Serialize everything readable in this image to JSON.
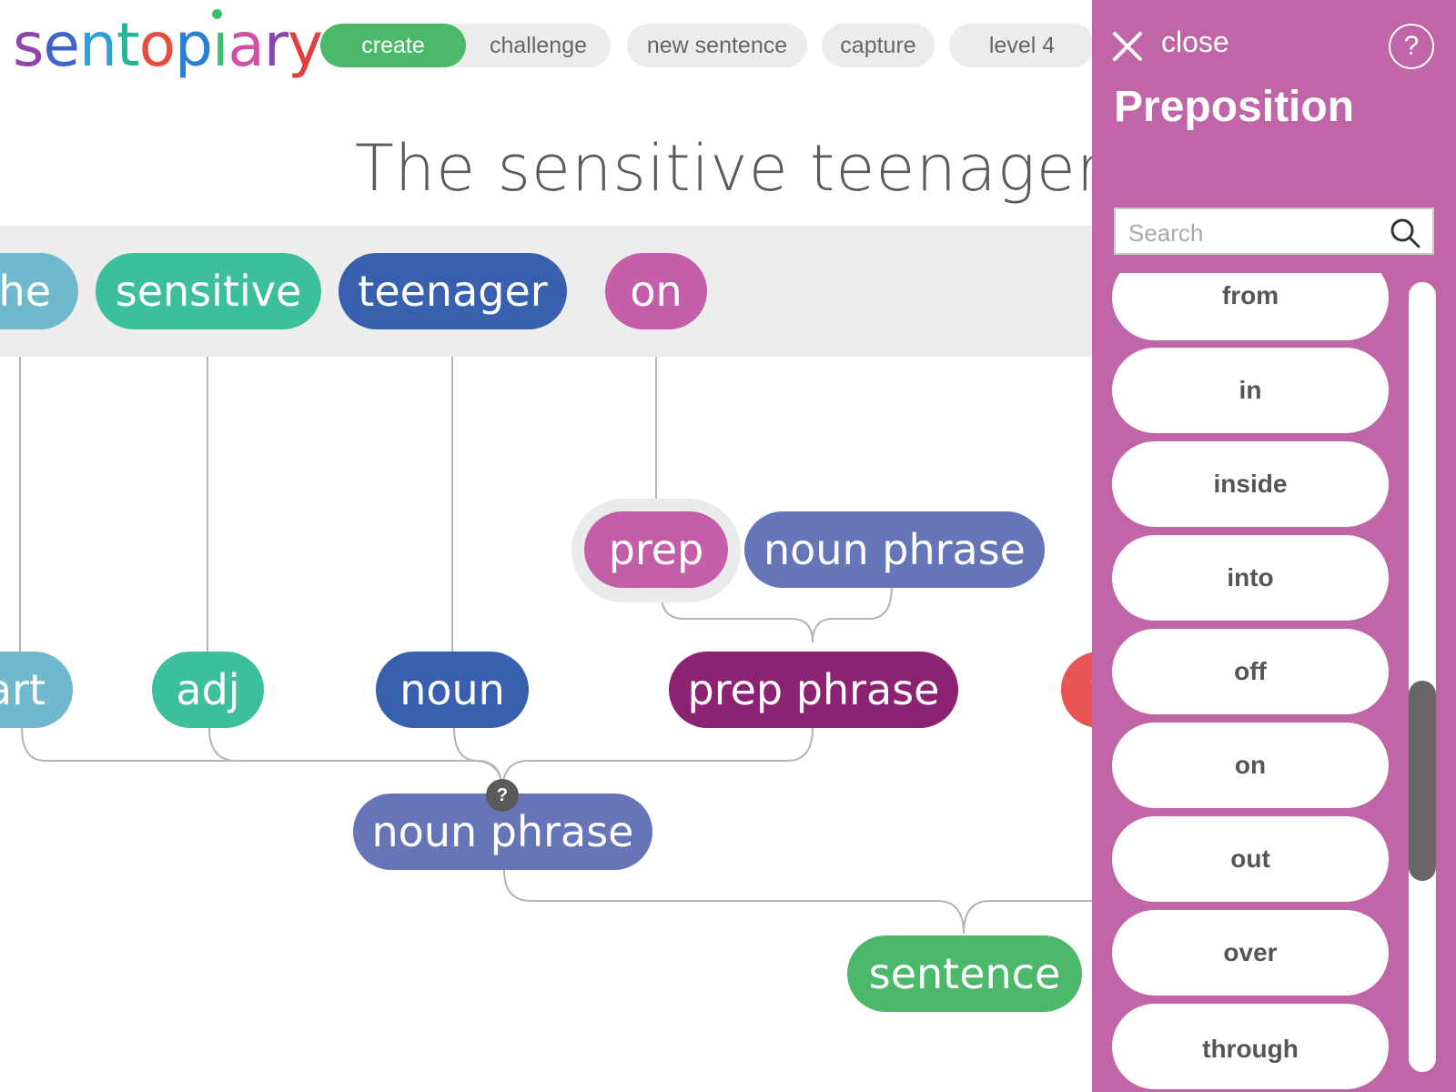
{
  "header": {
    "logo_letters": [
      {
        "ch": "s",
        "color": "#8e44ad"
      },
      {
        "ch": "e",
        "color": "#3f63c9"
      },
      {
        "ch": "n",
        "color": "#2e9fd8"
      },
      {
        "ch": "t",
        "color": "#27b59a"
      },
      {
        "ch": "o",
        "color": "#e74c3c"
      },
      {
        "ch": "p",
        "color": "#2a7fd4"
      },
      {
        "ch": "ı",
        "color": "#3cc070"
      },
      {
        "ch": "a",
        "color": "#d24fa3"
      },
      {
        "ch": "r",
        "color": "#8e44ad"
      },
      {
        "ch": "y",
        "color": "#e0413f"
      }
    ],
    "mode_create": "create",
    "mode_challenge": "challenge",
    "new_sentence": "new sentence",
    "capture": "capture",
    "level": "level 4"
  },
  "sentence_text": "The sensitive teenager on",
  "words": {
    "the": "the",
    "sensitive": "sensitive",
    "teenager": "teenager",
    "on": "on"
  },
  "nodes": {
    "prep": "prep",
    "noun_phrase_top": "noun phrase",
    "art": "art",
    "adj": "adj",
    "noun": "noun",
    "prep_phrase": "prep phrase",
    "verb": "v",
    "noun_phrase_bottom": "noun phrase",
    "sentence": "sentence",
    "help_marker": "?"
  },
  "colors": {
    "article": "#70b8cc",
    "adjective": "#3cbf9a",
    "noun": "#3860ae",
    "preposition": "#c55ea8",
    "noun_phrase": "#6674b8",
    "prep_phrase": "#8b2272",
    "verb": "#e85555",
    "sentence": "#4cb86a",
    "panel": "#c066a8"
  },
  "panel": {
    "close_label": "close",
    "help": "?",
    "title": "Preposition",
    "search_placeholder": "Search",
    "items": [
      "from",
      "in",
      "inside",
      "into",
      "off",
      "on",
      "out",
      "over",
      "through"
    ]
  }
}
